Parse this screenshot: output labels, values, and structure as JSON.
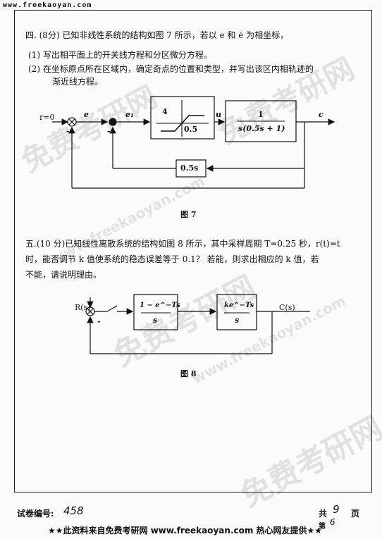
{
  "site_header": "www.freekaoyan.com",
  "q4": {
    "line1": "四. (8分) 已知非线性系统的结构如图 7 所示，若以 e 和 ė 为相坐标，",
    "item1": "(1)    写出相平面上的开关线方程和分区微分方程。",
    "item2a": "(2)    在坐标原点所在区域内，确定奇点的位置和类型，并写出该区内相轨迹的",
    "item2b": "渐近线方程。"
  },
  "fig7": {
    "input": "r=0",
    "e": "e",
    "e1": "e₁",
    "sat_gain": "4",
    "sat_threshold": "0.5",
    "u": "u",
    "plant_num": "1",
    "plant_den": "s(0.5s + 1)",
    "c": "c",
    "feedback": "0.5s",
    "minus": "-",
    "caption": "图 7"
  },
  "q5": {
    "line1": "五.(10 分)已知线性离散系统的结构如图 8 所示，其中采样周期 T=0.25 秒，r(t)=t",
    "line2": "时，能否调节 k 值使系统的稳态误差等于 0.1？ 若能，则求出相应的 k 值，若",
    "line3": "不能，请说明理由。"
  },
  "fig8": {
    "input": "R(s)",
    "zoh_num": "1 − e^−Ts",
    "zoh_den": "s",
    "plant_num": "ke^−Ts",
    "plant_den": "s",
    "output": "C(s)",
    "minus": "-",
    "caption": "图 8"
  },
  "footer": {
    "paper_no_label": "试卷编号:",
    "paper_no": "458",
    "total_prefix": "共",
    "total_pages": "9",
    "page_suffix": "页",
    "page_no_label": "第",
    "page_no": "6",
    "banner": "★★此资料来自免费考研网 www.freekaoyan.com 热心网友提供★★"
  },
  "watermarks": [
    "免费考研网",
    "www.freekaoyan.com"
  ]
}
